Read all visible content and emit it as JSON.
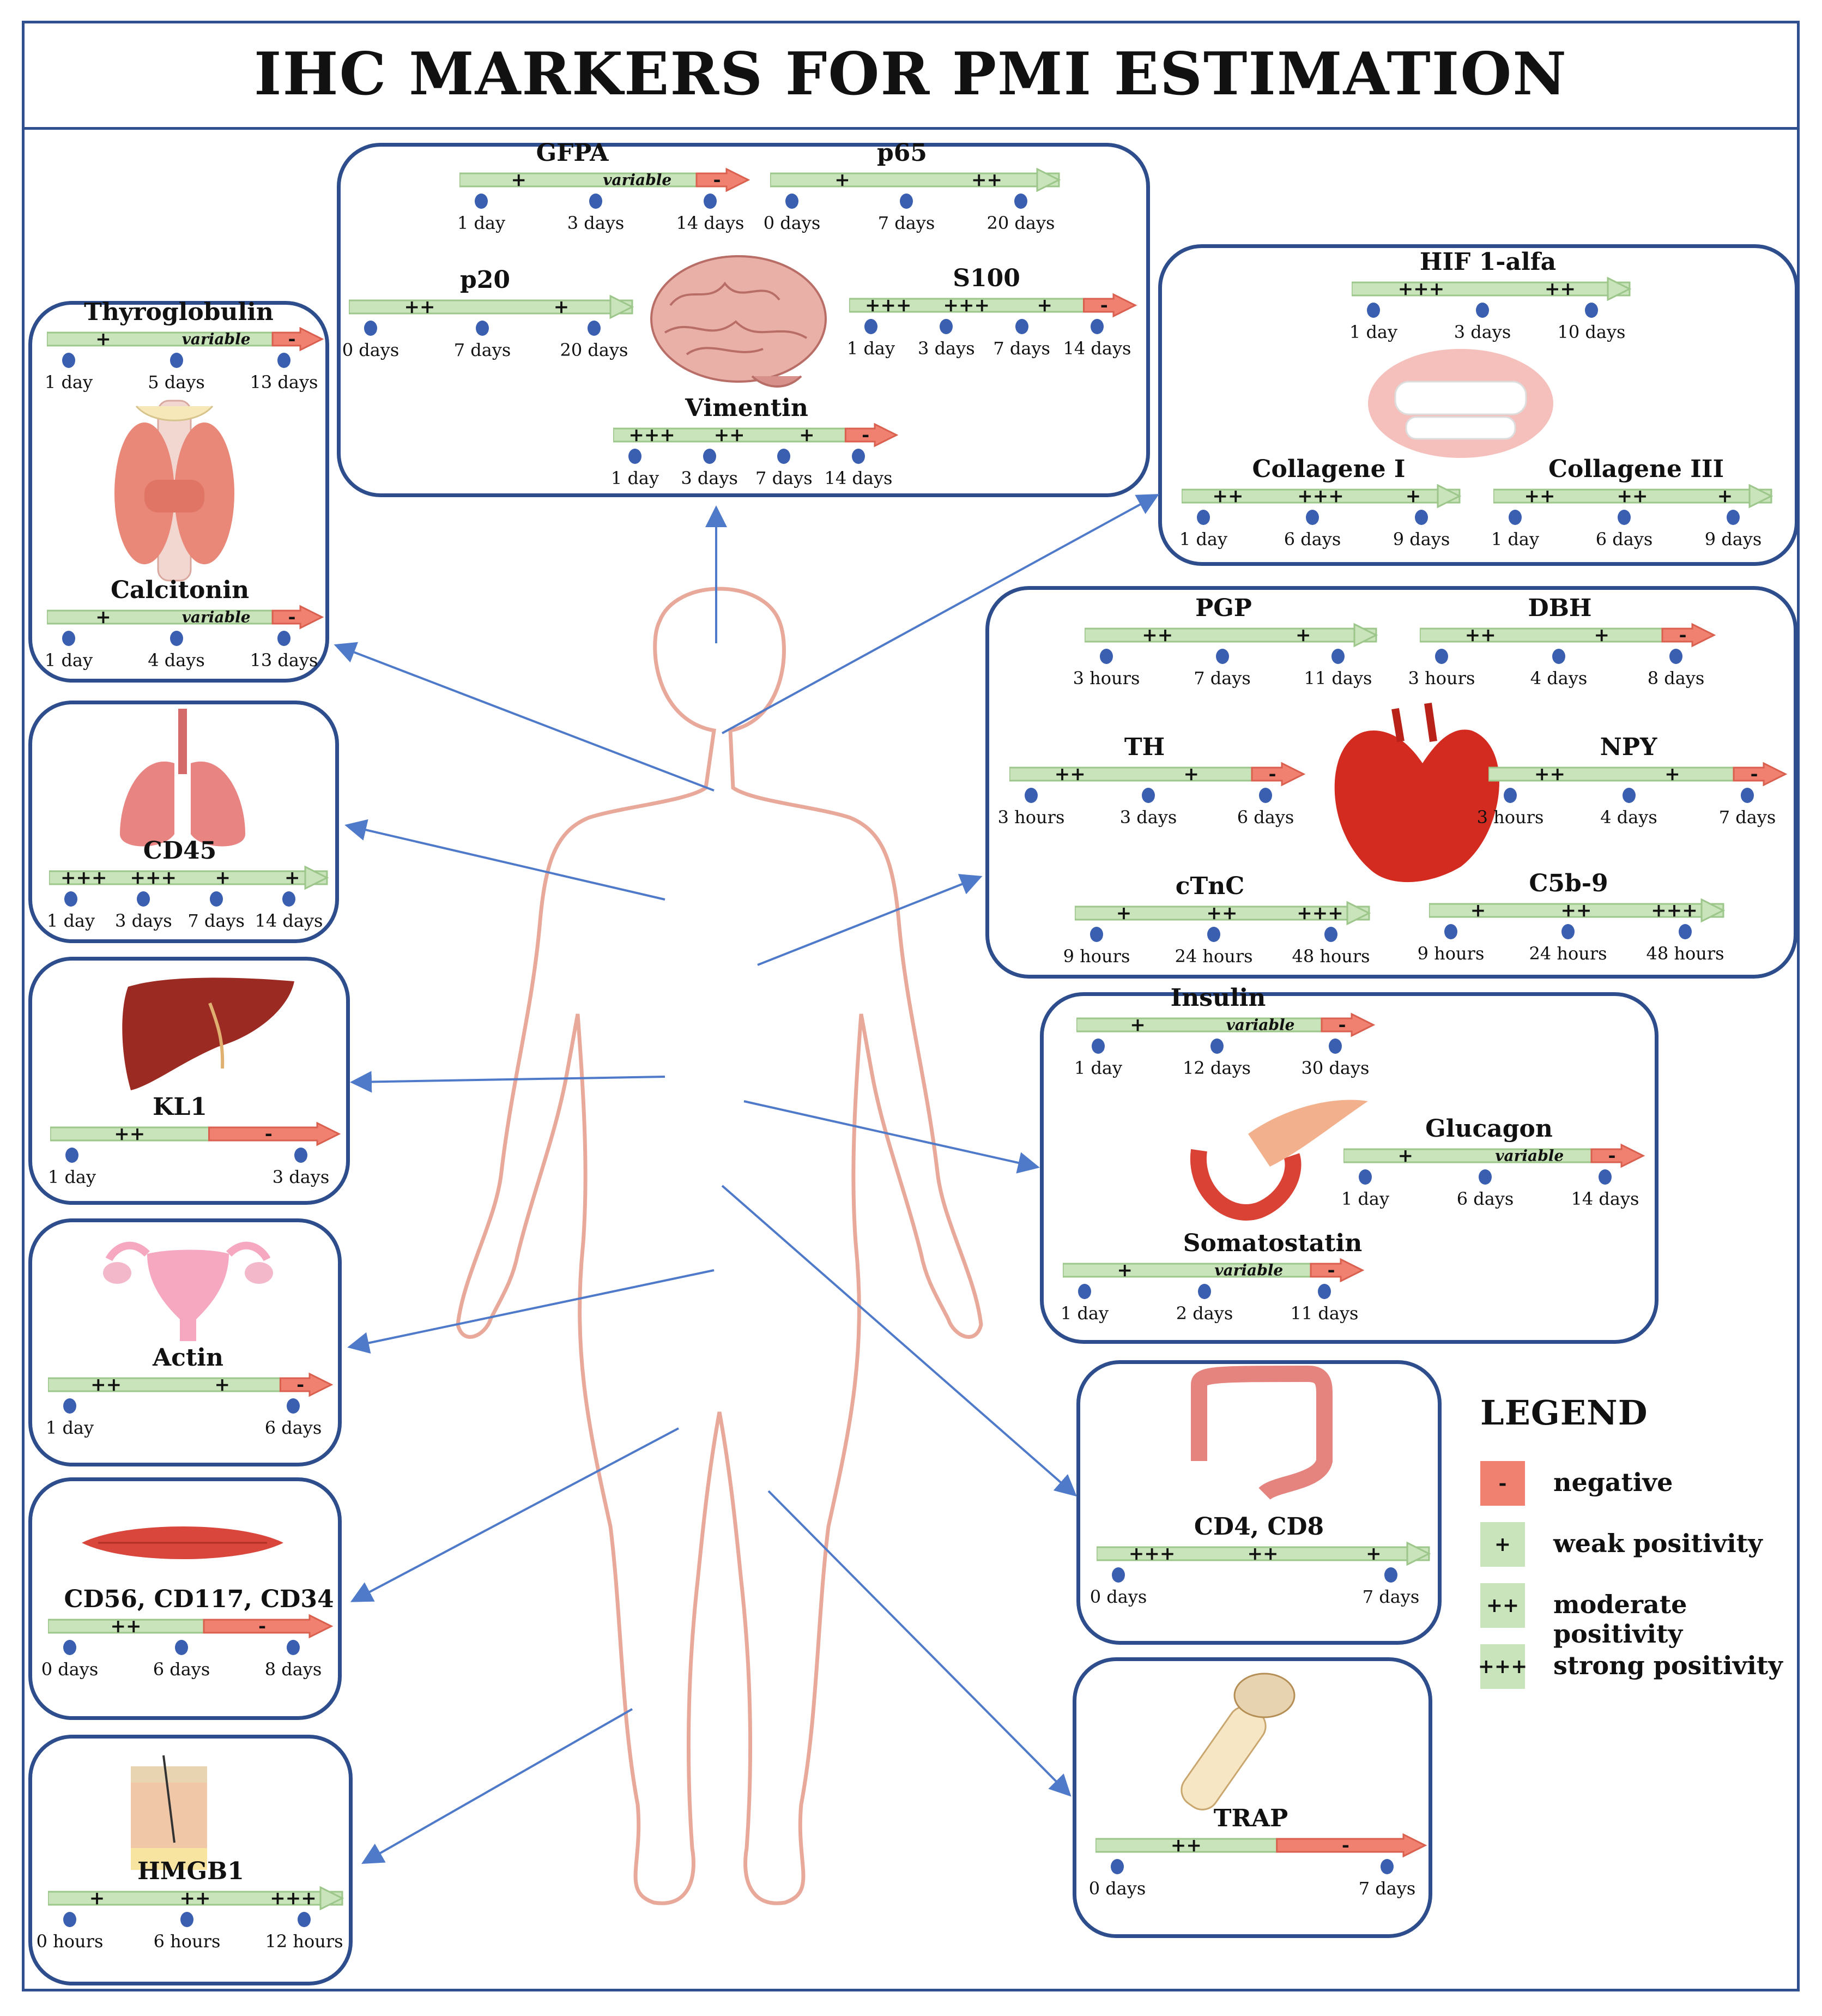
{
  "title": "IHC MARKERS FOR PMI ESTIMATION",
  "colors": {
    "frame": "#2e4d8c",
    "bar": "#c9e3ba",
    "bar_edge": "#9cc68a",
    "negative": "#f08070",
    "dot": "#3a5fb0",
    "arrow": "#4f7ac9",
    "body_outline": "#e8a99a"
  },
  "legend": {
    "title": "LEGEND",
    "items": [
      {
        "symbol": "-",
        "label": "negative",
        "color": "#f08070"
      },
      {
        "symbol": "+",
        "label": "weak positivity",
        "color": "#c9e3ba"
      },
      {
        "symbol": "++",
        "label": "moderate positivity",
        "color": "#c9e3ba"
      },
      {
        "symbol": "+++",
        "label": "strong positivity",
        "color": "#c9e3ba"
      }
    ]
  },
  "organs": {
    "brain": "brain-icon",
    "thyroid": "thyroid-icon",
    "lungs": "lungs-icon",
    "liver": "liver-icon",
    "uterus": "uterus-icon",
    "muscle": "muscle-icon",
    "skin": "skin-icon",
    "teeth": "teeth-icon",
    "heart": "heart-icon",
    "pancreas": "pancreas-icon",
    "colon": "colon-icon",
    "bone": "bone-icon"
  },
  "markers": {
    "gfpa": {
      "name": "GFPA",
      "segments": [
        "+",
        "variable",
        "-"
      ],
      "ticks": [
        "1 day",
        "3 days",
        "14 days"
      ]
    },
    "p65": {
      "name": "p65",
      "segments": [
        "+",
        "++"
      ],
      "ticks": [
        "0 days",
        "7 days",
        "20 days"
      ]
    },
    "p20": {
      "name": "p20",
      "segments": [
        "++",
        "+"
      ],
      "ticks": [
        "0 days",
        "7 days",
        "20 days"
      ]
    },
    "s100": {
      "name": "S100",
      "segments": [
        "+++",
        "+++",
        "+",
        "-"
      ],
      "ticks": [
        "1 day",
        "3 days",
        "7 days",
        "14 days"
      ]
    },
    "vimentin": {
      "name": "Vimentin",
      "segments": [
        "+++",
        "++",
        "+",
        "-"
      ],
      "ticks": [
        "1 day",
        "3 days",
        "7 days",
        "14 days"
      ]
    },
    "thyroglobulin": {
      "name": "Thyroglobulin",
      "segments": [
        "+",
        "variable",
        "-"
      ],
      "ticks": [
        "1 day",
        "5 days",
        "13 days"
      ]
    },
    "calcitonin": {
      "name": "Calcitonin",
      "segments": [
        "+",
        "variable",
        "-"
      ],
      "ticks": [
        "1 day",
        "4 days",
        "13 days"
      ]
    },
    "cd45": {
      "name": "CD45",
      "segments": [
        "+++",
        "+++",
        "+",
        "+"
      ],
      "ticks": [
        "1 day",
        "3 days",
        "7 days",
        "14 days"
      ]
    },
    "kl1": {
      "name": "KL1",
      "segments": [
        "++",
        "-"
      ],
      "ticks": [
        "1 day",
        "3 days"
      ]
    },
    "actin": {
      "name": "Actin",
      "segments": [
        "++",
        "+",
        "-"
      ],
      "ticks": [
        "1 day",
        "6 days"
      ]
    },
    "cd56": {
      "name": "CD56, CD117, CD34",
      "segments": [
        "++",
        "-"
      ],
      "ticks": [
        "0 days",
        "6 days",
        "8 days"
      ]
    },
    "hmgb1": {
      "name": "HMGB1",
      "segments": [
        "+",
        "++",
        "+++"
      ],
      "ticks": [
        "0 hours",
        "6 hours",
        "12 hours"
      ]
    },
    "hif": {
      "name": "HIF 1-alfa",
      "segments": [
        "+++",
        "++"
      ],
      "ticks": [
        "1 day",
        "3 days",
        "10 days"
      ]
    },
    "col1": {
      "name": "Collagene I",
      "segments": [
        "++",
        "+++",
        "+"
      ],
      "ticks": [
        "1 day",
        "6 days",
        "9 days"
      ]
    },
    "col3": {
      "name": "Collagene III",
      "segments": [
        "++",
        "++",
        "+"
      ],
      "ticks": [
        "1 day",
        "6 days",
        "9 days"
      ]
    },
    "pgp": {
      "name": "PGP",
      "segments": [
        "++",
        "+"
      ],
      "ticks": [
        "3 hours",
        "7 days",
        "11 days"
      ]
    },
    "dbh": {
      "name": "DBH",
      "segments": [
        "++",
        "+",
        "-"
      ],
      "ticks": [
        "3 hours",
        "4 days",
        "8 days"
      ]
    },
    "th": {
      "name": "TH",
      "segments": [
        "++",
        "+",
        "-"
      ],
      "ticks": [
        "3 hours",
        "3 days",
        "6 days"
      ]
    },
    "npy": {
      "name": "NPY",
      "segments": [
        "++",
        "+",
        "-"
      ],
      "ticks": [
        "3 hours",
        "4 days",
        "7 days"
      ]
    },
    "ctnc": {
      "name": "cTnC",
      "segments": [
        "+",
        "++",
        "+++"
      ],
      "ticks": [
        "9 hours",
        "24 hours",
        "48 hours"
      ]
    },
    "c5b9": {
      "name": "C5b-9",
      "segments": [
        "+",
        "++",
        "+++"
      ],
      "ticks": [
        "9 hours",
        "24 hours",
        "48 hours"
      ]
    },
    "insulin": {
      "name": "Insulin",
      "segments": [
        "+",
        "variable",
        "-"
      ],
      "ticks": [
        "1 day",
        "12 days",
        "30 days"
      ]
    },
    "glucagon": {
      "name": "Glucagon",
      "segments": [
        "+",
        "variable",
        "-"
      ],
      "ticks": [
        "1 day",
        "6 days",
        "14 days"
      ]
    },
    "somatostatin": {
      "name": "Somatostatin",
      "segments": [
        "+",
        "variable",
        "-"
      ],
      "ticks": [
        "1 day",
        "2 days",
        "11 days"
      ]
    },
    "cd4cd8": {
      "name": "CD4, CD8",
      "segments": [
        "+++",
        "++",
        "+"
      ],
      "ticks": [
        "0 days",
        "7 days"
      ]
    },
    "trap": {
      "name": "TRAP",
      "segments": [
        "++",
        "-"
      ],
      "ticks": [
        "0 days",
        "7 days"
      ]
    }
  }
}
